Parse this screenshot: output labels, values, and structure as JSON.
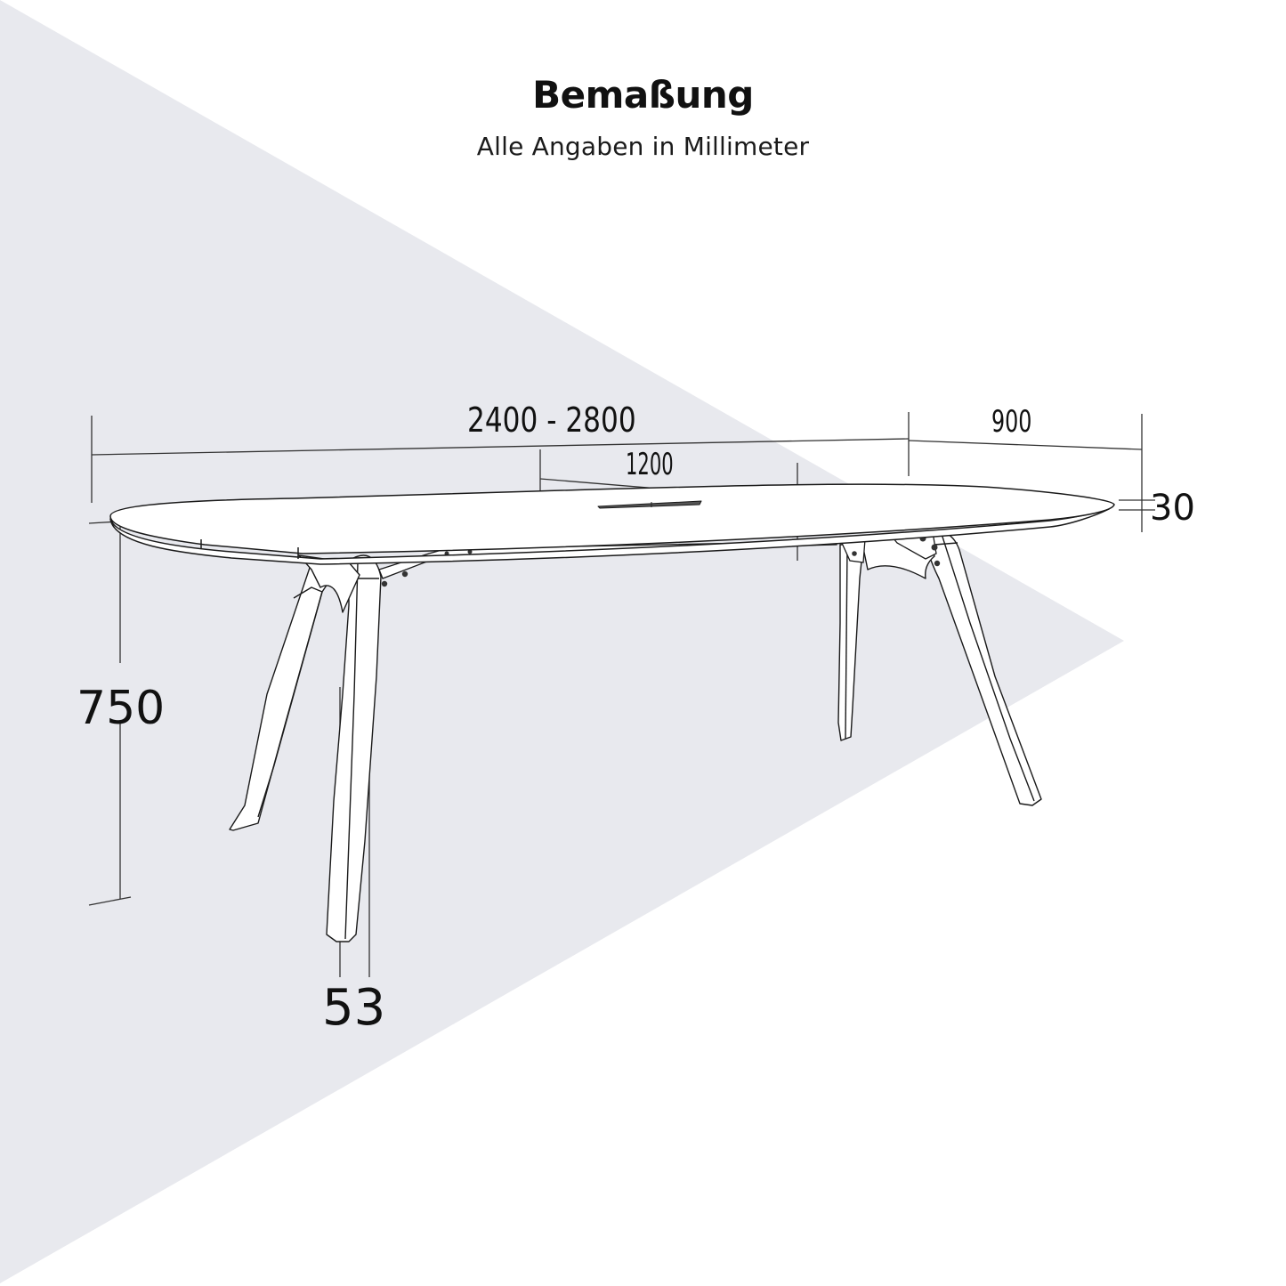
{
  "header": {
    "title": "Bemaßung",
    "subtitle": "Alle Angaben in Millimeter"
  },
  "dimensions": {
    "length": "2400 - 2800",
    "center_section": "1200",
    "depth": "900",
    "top_thickness": "30",
    "height": "750",
    "leg_width": "53"
  },
  "colors": {
    "background": "#ffffff",
    "backdrop_triangle": "#e8e9ee",
    "line": "#1a1a1a",
    "tabletop_fill": "#ffffff"
  }
}
